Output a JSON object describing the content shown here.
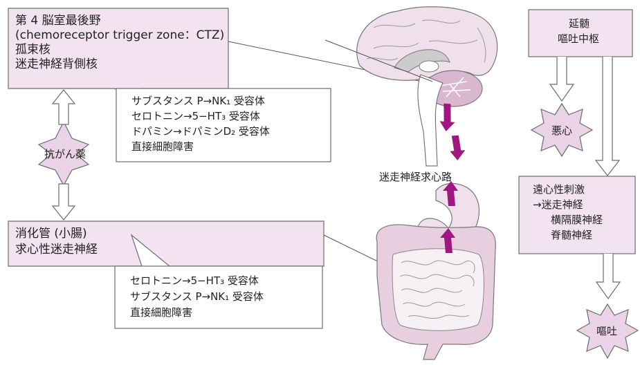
{
  "brain_box": {
    "lines": [
      "第 4 脳室最後野",
      "(chemoreceptor trigger zone：CTZ)",
      "孤束核",
      "迷走神経背側核"
    ]
  },
  "brain_receptor_box": {
    "lines": [
      "サブスタンス P→NK₁ 受容体",
      "セロトニン→5−HT₃ 受容体",
      "ドパミン→ドパミンD₂ 受容体",
      "直接細胞障害"
    ]
  },
  "anticancer_drug": {
    "label": "抗がん薬"
  },
  "gut_box": {
    "lines": [
      "消化管 (小腸)",
      "求心性迷走神経"
    ]
  },
  "gut_receptor_box": {
    "lines": [
      "セロトニン→5−HT₃ 受容体",
      "サブスタンス P→NK₁ 受容体",
      "直接細胞障害"
    ]
  },
  "vagal_path_label": "迷走神経求心路",
  "medulla_box": {
    "lines": [
      "延髄",
      "嘔吐中枢"
    ]
  },
  "nausea": {
    "label": "悪心"
  },
  "efferent_box": {
    "lines": [
      "遠心性刺激",
      "→迷走神経",
      "横隔膜神経",
      "脊髄神経"
    ]
  },
  "vomiting": {
    "label": "嘔吐"
  },
  "colors": {
    "box_fill": "#f3e3f0",
    "box_border": "#6b6b6b",
    "arrow_magenta": "#a0177f",
    "organ_fill": "#f0e0ec",
    "organ_dark": "#c9a3bd"
  }
}
